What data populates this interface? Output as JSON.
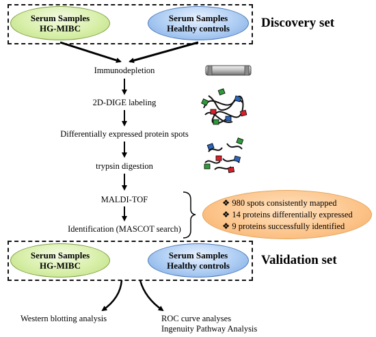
{
  "discovery": {
    "label": "Discovery set",
    "left": {
      "line1": "Serum Samples",
      "line2": "HG-MIBC"
    },
    "right": {
      "line1": "Serum Samples",
      "line2": "Healthy controls"
    }
  },
  "steps": {
    "immunodepletion": "Immunodepletion",
    "labeling": "2D-DIGE labeling",
    "spots": "Differentially expressed protein spots",
    "trypsin": "trypsin digestion",
    "maldi": "MALDI-TOF",
    "identification": "Identification (MASCOT search)"
  },
  "results": {
    "bullet": "❖",
    "items": [
      "980 spots consistently mapped",
      "14 proteins differentially expressed",
      "9 proteins successfully identified"
    ]
  },
  "validation": {
    "label": "Validation set",
    "left": {
      "line1": "Serum Samples",
      "line2": "HG-MIBC"
    },
    "right": {
      "line1": "Serum Samples",
      "line2": "Healthy controls"
    }
  },
  "outputs": {
    "western": "Western blotting analysis",
    "roc": "ROC curve analyses",
    "ingenuity": "Ingenuity Pathway Analysis"
  },
  "colors": {
    "green_ellipse": "#d8efaa",
    "blue_ellipse": "#aecdf3",
    "orange_ellipse": "#fcc48a",
    "protein_red": "#d9202a",
    "protein_green": "#2f9a3a",
    "protein_blue": "#2b64b8"
  }
}
